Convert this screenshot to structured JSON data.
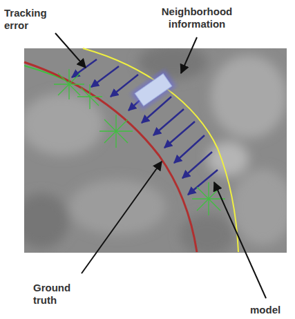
{
  "diagram": {
    "labels": [
      "Tracking error",
      "Neighborhood information",
      "Ground truth",
      "model"
    ]
  }
}
